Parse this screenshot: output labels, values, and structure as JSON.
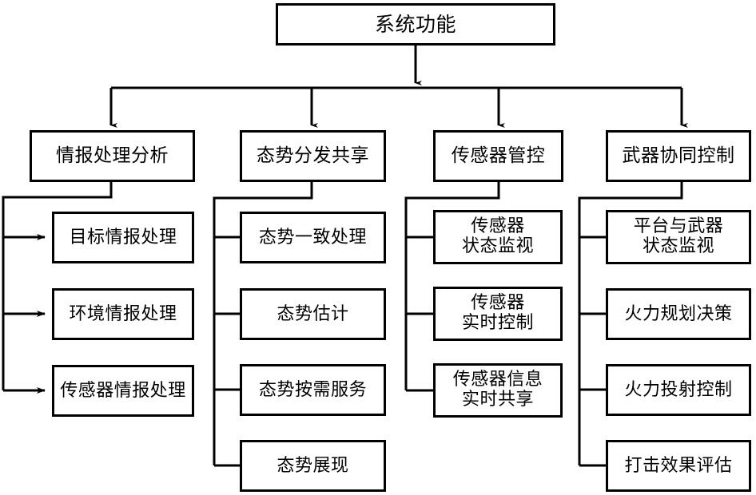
{
  "diagram": {
    "title": "系统功能",
    "type": "hierarchy-tree",
    "orientation": "top-down-then-left-right",
    "levels": 3,
    "colors": {
      "background": "#ffffff",
      "box_border": "#000000",
      "box_fill": "#ffffff",
      "text": "#000000",
      "connector": "#000000"
    },
    "root": {
      "label": "系统功能",
      "name": "root-node-system-function"
    },
    "branches": [
      {
        "label": "情报处理分析",
        "name": "branch-intelligence-processing-analysis",
        "children": [
          {
            "label": "目标情报处理",
            "name": "leaf-target-intelligence-processing"
          },
          {
            "label": "环境情报处理",
            "name": "leaf-environment-intelligence-processing"
          },
          {
            "label": "传感器情报处理",
            "name": "leaf-sensor-intelligence-processing"
          }
        ]
      },
      {
        "label": "态势分发共享",
        "name": "branch-situation-distribution-sharing",
        "children": [
          {
            "label": "态势一致处理",
            "name": "leaf-situation-consistency-processing"
          },
          {
            "label": "态势估计",
            "name": "leaf-situation-estimation"
          },
          {
            "label": "态势按需服务",
            "name": "leaf-situation-on-demand-service"
          },
          {
            "label": "态势展现",
            "name": "leaf-situation-presentation"
          }
        ]
      },
      {
        "label": "传感器管控",
        "name": "branch-sensor-management-control",
        "children": [
          {
            "label": "传感器\n状态监视",
            "name": "leaf-sensor-status-monitoring"
          },
          {
            "label": "传感器\n实时控制",
            "name": "leaf-sensor-realtime-control"
          },
          {
            "label": "传感器信息\n实时共享",
            "name": "leaf-sensor-info-realtime-sharing"
          }
        ]
      },
      {
        "label": "武器协同控制",
        "name": "branch-weapon-cooperative-control",
        "children": [
          {
            "label": "平台与武器\n状态监视",
            "name": "leaf-platform-weapon-status-monitoring"
          },
          {
            "label": "火力规划决策",
            "name": "leaf-firepower-planning-decision"
          },
          {
            "label": "火力投射控制",
            "name": "leaf-firepower-projection-control"
          },
          {
            "label": "打击效果评估",
            "name": "leaf-strike-effect-assessment"
          }
        ]
      }
    ]
  }
}
